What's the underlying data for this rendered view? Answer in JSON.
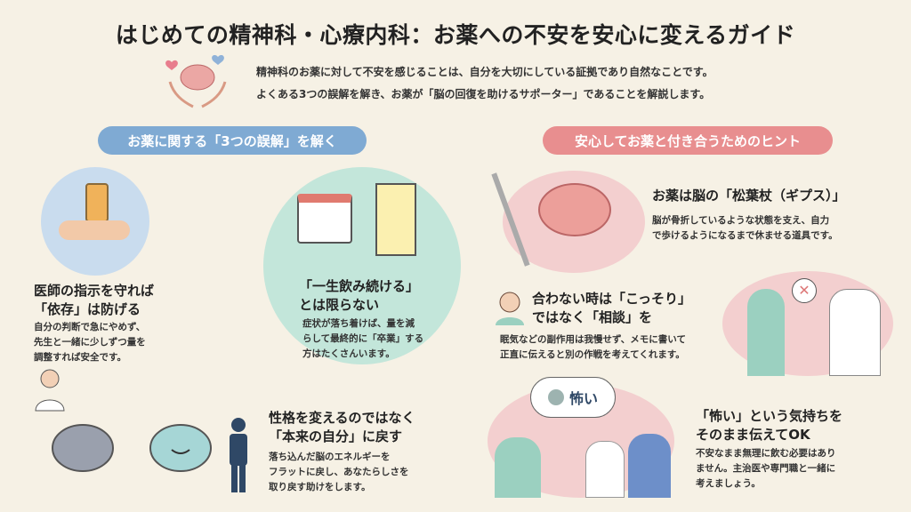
{
  "title": "はじめての精神科・心療内科：お薬への不安を安心に変えるガイド",
  "intro": [
    "精神科のお薬に対して不安を感じることは、自分を大切にしている証拠であり自然なことです。",
    "よくある3つの誤解を解き、お薬が「脳の回復を助けるサポーター」であることを解説します。"
  ],
  "left": {
    "heading": "お薬に関する「3つの誤解」を解く",
    "items": [
      {
        "title": [
          "医師の指示を守れば",
          "「依存」は防げる"
        ],
        "desc": [
          "自分の判断で急にやめず、",
          "先生と一緒に少しずつ量を",
          "調整すれば安全です。"
        ]
      },
      {
        "title": [
          "「一生飲み続ける」",
          "とは限らない"
        ],
        "desc": [
          "症状が落ち着けば、量を減",
          "らして最終的に「卒業」する",
          "方はたくさんいます。"
        ]
      },
      {
        "title": [
          "性格を変えるのではなく",
          "「本来の自分」に戻す"
        ],
        "desc": [
          "落ち込んだ脳のエネルギーを",
          "フラットに戻し、あなたらしさを",
          "取り戻す助けをします。"
        ]
      }
    ]
  },
  "right": {
    "heading": "安心してお薬と付き合うためのヒント",
    "items": [
      {
        "title": [
          "お薬は脳の「松葉杖（ギプス）」"
        ],
        "desc": [
          "脳が骨折しているような状態を支え、自力",
          "で歩けるようになるまで休ませる道具です。"
        ]
      },
      {
        "title": [
          "合わない時は「こっそり」",
          "ではなく「相談」を"
        ],
        "desc": [
          "眠気などの副作用は我慢せず、メモに書いて",
          "正直に伝えると別の作戦を考えてくれます。"
        ]
      },
      {
        "title": [
          "「怖い」という気持ちを",
          "そのまま伝えてOK"
        ],
        "desc": [
          "不安なまま無理に飲む必要はあり",
          "ません。主治医や専門職と一緒に",
          "考えましょう。"
        ],
        "bubble": "怖い"
      }
    ]
  },
  "colors": {
    "bg": "#f6f1e5",
    "blue": "#7faad3",
    "pink": "#e88e8f",
    "teal": "#c3e6da",
    "pinkBlob": "#f3cfcf",
    "navy": "#2f4866"
  }
}
